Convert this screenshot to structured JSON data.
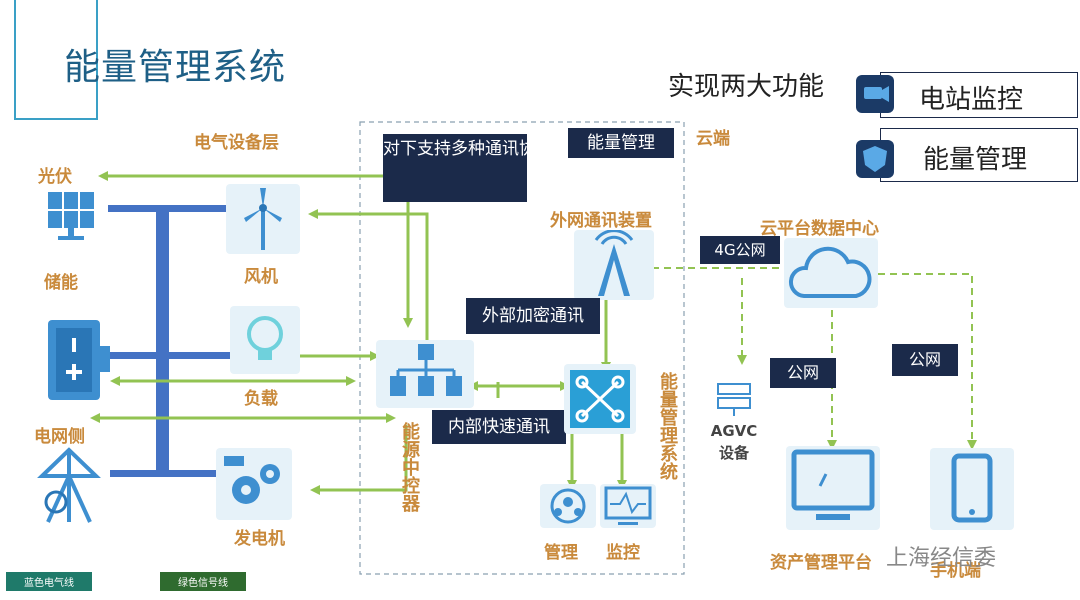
{
  "title": "能量管理系统",
  "features": {
    "heading": "实现两大功能",
    "items": [
      {
        "label": "电站监控",
        "icon": "camera-icon"
      },
      {
        "label": "能量管理",
        "icon": "shield-icon"
      }
    ]
  },
  "layers": {
    "electrical": "电气设备层",
    "energy_mgmt": "能量管理",
    "cloud": "云端"
  },
  "devices": {
    "pv": "光伏",
    "storage": "储能",
    "wind": "风机",
    "load": "负载",
    "grid": "电网侧",
    "generator": "发电机"
  },
  "controller": "能源中控器",
  "protocol_note": "对下支持多种通讯协议",
  "external_comm": "外网通讯装置",
  "external_encrypt": "外部加密通讯",
  "internal_fast": "内部快速通讯",
  "ems": "能量管理系统",
  "ems_sub": {
    "manage": "管理",
    "monitor": "监控"
  },
  "network_4g": "4G公网",
  "cloud_dc": "云平台数据中心",
  "agvc": "AGVC设备",
  "public_net": "公网",
  "asset_platform": "资产管理平台",
  "mobile": "手机端",
  "watermark": "上海经信委",
  "legend": {
    "blue": "蓝色电气线",
    "green": "绿色信号线"
  },
  "colors": {
    "electrical_line": "#4472c4",
    "signal_line": "#92c352",
    "accent": "#1b2a4a",
    "label": "#c98a3c"
  }
}
